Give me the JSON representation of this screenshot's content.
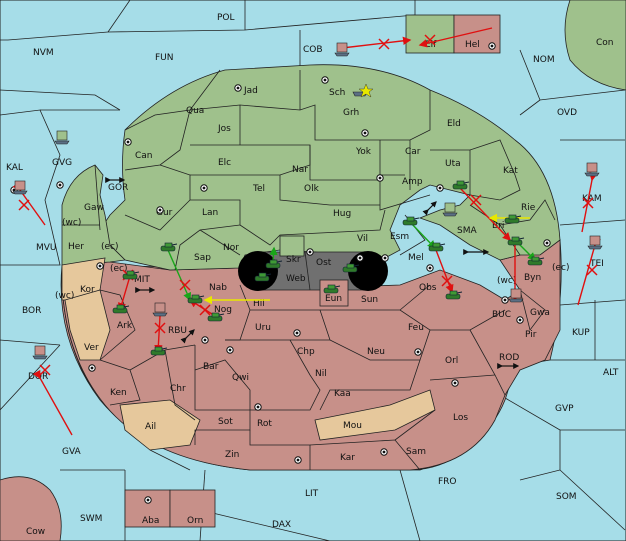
{
  "colors": {
    "sea": "#a6dde8",
    "north_land": "#9fc18c",
    "south_land": "#c79089",
    "neutral_land": "#e6c89c",
    "center": "#707070",
    "center_void": "#000000",
    "move": "#1aa51a",
    "support": "#e8e800",
    "failed": "#e01010"
  },
  "seas": {
    "POL": "POL",
    "NVM": "NVM",
    "FUN": "FUN",
    "COB": "COB",
    "NOM": "NOM",
    "Con": "Con",
    "OVD": "OVD",
    "KAL": "KAL",
    "GVG": "GVG",
    "GOR": "GOR",
    "MVU": "MVU",
    "KAM": "KAM",
    "SMA": "SMA",
    "BOR": "BOR",
    "MIT": "MIT",
    "RBU": "RBU",
    "BUC": "BUC",
    "KUP": "KUP",
    "TEI": "TEI",
    "DOR": "DOR",
    "ROD": "ROD",
    "ALT": "ALT",
    "GVP": "GVP",
    "GVA": "GVA",
    "FRO": "FRO",
    "LIT": "LIT",
    "SOM": "SOM",
    "SWM": "SWM",
    "DAX": "DAX",
    "Cow": "Cow"
  },
  "north": {
    "Jad": "Jad",
    "Sch": "Sch",
    "Qua": "Qua",
    "Jos": "Jos",
    "Grh": "Grh",
    "Eld": "Eld",
    "Can": "Can",
    "Yok": "Yok",
    "Car": "Car",
    "Elc": "Elc",
    "Nar": "Nar",
    "Uta": "Uta",
    "Kat": "Kat",
    "Tel": "Tel",
    "Olk": "Olk",
    "Amp": "Amp",
    "Gur": "Gur",
    "Lan": "Lan",
    "Hug": "Hug",
    "Rie": "Rie",
    "Gaw": "Gaw",
    "Esm": "Esm",
    "Bri": "Bri",
    "Nor": "Nor",
    "Vil": "Vil",
    "Her": "Her",
    "Sap": "Sap",
    "Mel": "Mel",
    "Byn": "Byn",
    "Nab": "Nab",
    "Elf": "Elf"
  },
  "center": {
    "Skr": "Skr",
    "Web": "Web",
    "Ost": "Ost",
    "Eun": "Eun"
  },
  "south": {
    "Kor": "Kor",
    "Hil": "Hil",
    "Sun": "Sun",
    "Obs": "Obs",
    "Gwa": "Gwa",
    "Nog": "Nog",
    "Ark": "Ark",
    "Uru": "Uru",
    "Feu": "Feu",
    "Pir": "Pir",
    "Ver": "Ver",
    "Chp": "Chp",
    "Neu": "Neu",
    "Orl": "Orl",
    "Bar": "Bar",
    "Qwi": "Qwi",
    "Nil": "Nil",
    "Ken": "Ken",
    "Chr": "Chr",
    "Kaa": "Kaa",
    "Ail": "Ail",
    "Sot": "Sot",
    "Rot": "Rot",
    "Mou": "Mou",
    "Los": "Los",
    "Zin": "Zin",
    "Kar": "Kar",
    "Sam": "Sam",
    "Aba": "Aba",
    "Orn": "Orn",
    "Hel": "Hel"
  },
  "coasts": {
    "wc": "(wc)",
    "ec": "(ec)"
  },
  "icons": {
    "army": "tank-icon",
    "fleet": "ship-icon",
    "supply": "supply-center-icon",
    "arrow": "double-arrow-icon"
  }
}
